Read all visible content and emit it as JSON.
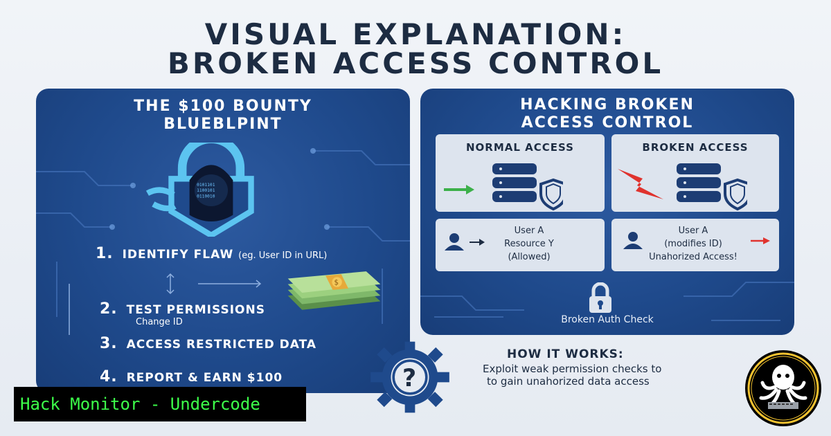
{
  "header": {
    "title_line1": "VISUAL EXPLANATION:",
    "title_line2": "BROKEN ACCESS CONTROL"
  },
  "left_panel": {
    "title_line1": "THE $100 BOUNTY",
    "title_line2": "BLUEBLPINT",
    "steps": [
      {
        "num": "1.",
        "label": "IDENTIFY FLAW",
        "note": "(eg. User ID in URL)"
      },
      {
        "num": "2.",
        "label": "TEST PERMISSIONS",
        "sub": "Change ID"
      },
      {
        "num": "3.",
        "label": "ACCESS RESTRICTED DATA"
      },
      {
        "num": "4.",
        "label": "REPORT & EARN $100"
      }
    ]
  },
  "right_panel": {
    "title_line1": "HACKING BROKEN",
    "title_line2": "ACCESS CONTROL",
    "normal_card": {
      "title": "NORMAL ACCESS"
    },
    "broken_card": {
      "title": "BROKEN ACCESS"
    },
    "normal_user": {
      "line1": "User A",
      "line2": "Resource Y",
      "line3": "(Allowed)"
    },
    "broken_user": {
      "line1": "User A",
      "line2": "(modifies ID)",
      "line3": "Unahorized Access!"
    },
    "lock_caption": "Broken Auth Check"
  },
  "how_it_works": {
    "title": "HOW IT WORKS:",
    "line1": "Exploit weak permission checks to",
    "line2": "to gain unahorized data access"
  },
  "banner": {
    "text": "Hack Monitor - Undercode"
  },
  "colors": {
    "panel_blue": "#1f4a8c",
    "title_dark": "#1d2c42",
    "banner_green": "#3dff4a",
    "arrow_green": "#3cb04a",
    "arrow_red": "#e0332e"
  }
}
